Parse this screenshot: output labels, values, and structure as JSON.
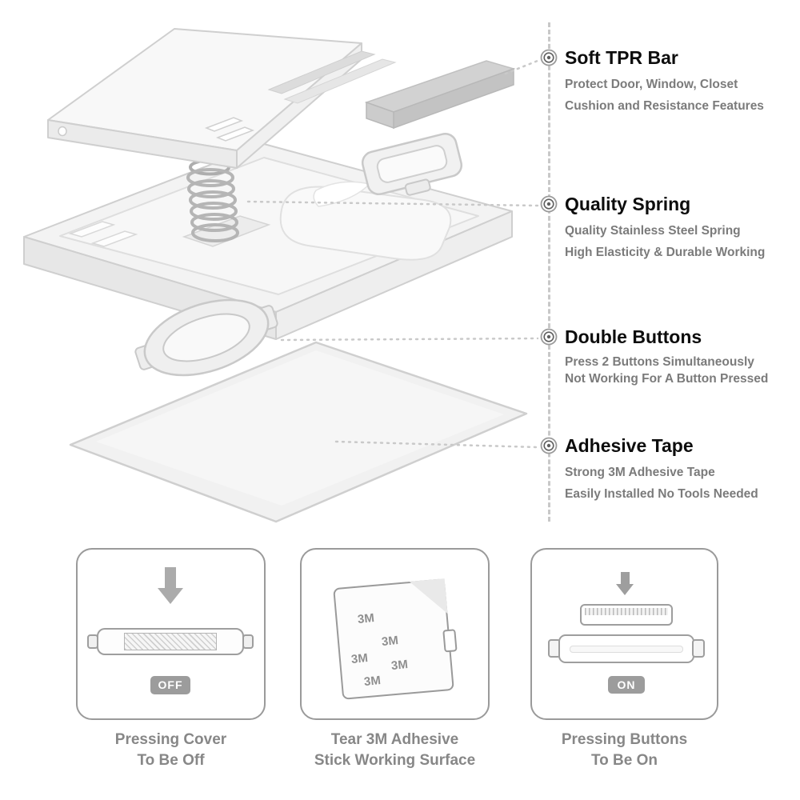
{
  "colors": {
    "heading_text": "#0d0d0d",
    "annotation_subtext": "#7b7b7b",
    "caption_text": "#878787",
    "badge_bg": "#9c9c9c",
    "badge_text": "#ffffff",
    "connector_gray": "#c8c8c8",
    "product_outline": "#cfcfcf"
  },
  "annotations": [
    {
      "title": "Soft TPR Bar",
      "lines": [
        "Protect Door, Window, Closet",
        "Cushion and Resistance Features"
      ]
    },
    {
      "title": "Quality Spring",
      "lines": [
        "Quality Stainless Steel Spring",
        "High Elasticity & Durable Working"
      ]
    },
    {
      "title": "Double Buttons",
      "lines": [
        "Press 2 Buttons Simultaneously",
        "Not Working For A Button Pressed"
      ]
    },
    {
      "title": "Adhesive Tape",
      "lines": [
        "Strong 3M Adhesive Tape",
        "Easily Installed No Tools Needed"
      ]
    }
  ],
  "steps": [
    {
      "caption": [
        "Pressing Cover",
        "To Be Off"
      ],
      "badge": "OFF"
    },
    {
      "caption": [
        "Tear 3M Adhesive",
        "Stick Working Surface"
      ],
      "adhesive_labels": [
        "3M",
        "3M",
        "3M",
        "3M",
        "3M"
      ]
    },
    {
      "caption": [
        "Pressing Buttons",
        "To Be On"
      ],
      "badge": "ON"
    }
  ]
}
